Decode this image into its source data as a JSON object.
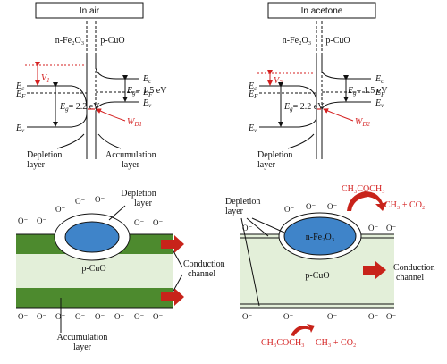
{
  "panels": {
    "air_title": "In air",
    "acetone_title": "In acetone"
  },
  "band": {
    "n_material": "n-Fe₂O₃",
    "p_material": "p-CuO",
    "ec": "E",
    "ec_sub": "c",
    "ef": "E",
    "ef_sub": "F",
    "ev": "E",
    "ev_sub": "v",
    "eg_label": "E",
    "eg_sub": "g",
    "eg_p_value": "= 1.5 eV",
    "eg_n_value": "= 2.2 eV",
    "v_label": "V",
    "v1_sub": "1",
    "v2_sub": "2",
    "wd_label": "W",
    "wd1_sub": "D1",
    "wd2_sub": "D2",
    "depletion_line1": "Depletion",
    "depletion_line2": "layer",
    "accumulation_line1": "Accumulation",
    "accumulation_line2": "layer"
  },
  "bottom_left": {
    "depletion_line1": "Depletion",
    "depletion_line2": "layer",
    "core_label": "p-CuO",
    "conduction_line1": "Conduction",
    "conduction_line2": "channel",
    "accumulation_line1": "Accumulation",
    "accumulation_line2": "layer",
    "oxygen": "O⁻"
  },
  "bottom_right": {
    "depletion_line1": "Depletion",
    "depletion_line2": "layer",
    "particle_label": "n-Fe₂O₃",
    "core_label": "p-CuO",
    "conduction_line1": "Conduction",
    "conduction_line2": "channel",
    "reactant": "CH₃COCH₃",
    "product": "CH₃ + CO₂",
    "oxygen": "O⁻"
  },
  "colors": {
    "accumulation_green": "#4d8a2e",
    "cuo_fill": "#e3efd9",
    "fe2o3_blue": "#3f84c9",
    "arrow_red": "#c8231a",
    "reaction_text_red": "#d42020"
  }
}
